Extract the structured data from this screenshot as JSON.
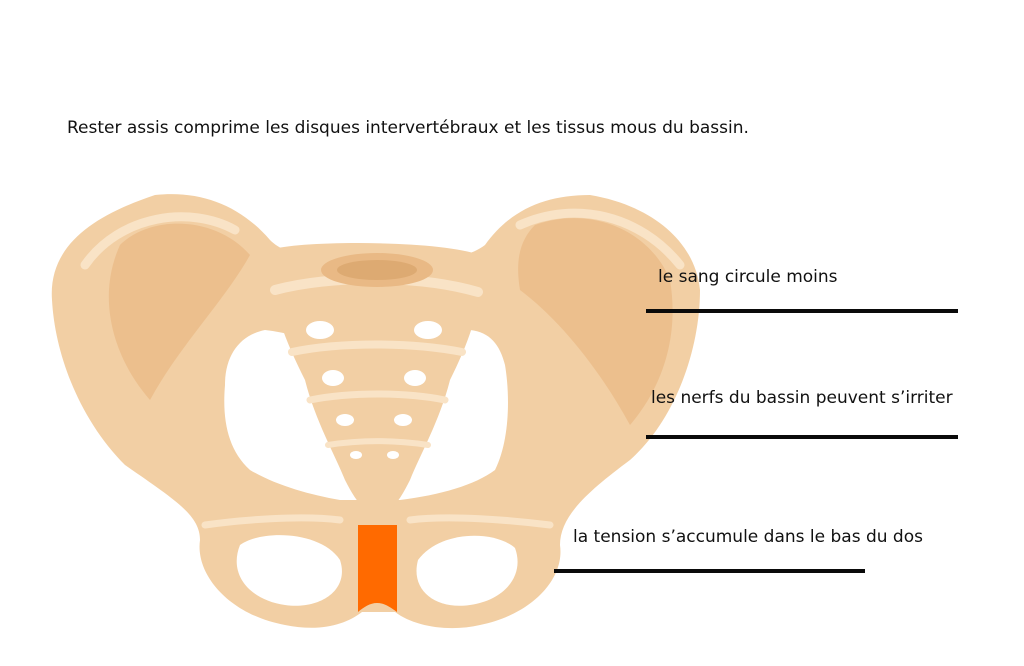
{
  "caption": "Rester assis comprime les disques intervertébraux et les tissus mous du bassin.",
  "labels": [
    "le sang circule moins",
    "les nerfs du bassin peuvent s’irriter",
    "la tension s’accumule dans le bas du dos"
  ],
  "colors": {
    "bone": "#F2CFA4",
    "bone_shadow": "#E9B985",
    "bone_highlight": "#F9E3C6",
    "accent": "#FF6A00",
    "text": "#111111",
    "leader_line": "#0A0A0A"
  }
}
